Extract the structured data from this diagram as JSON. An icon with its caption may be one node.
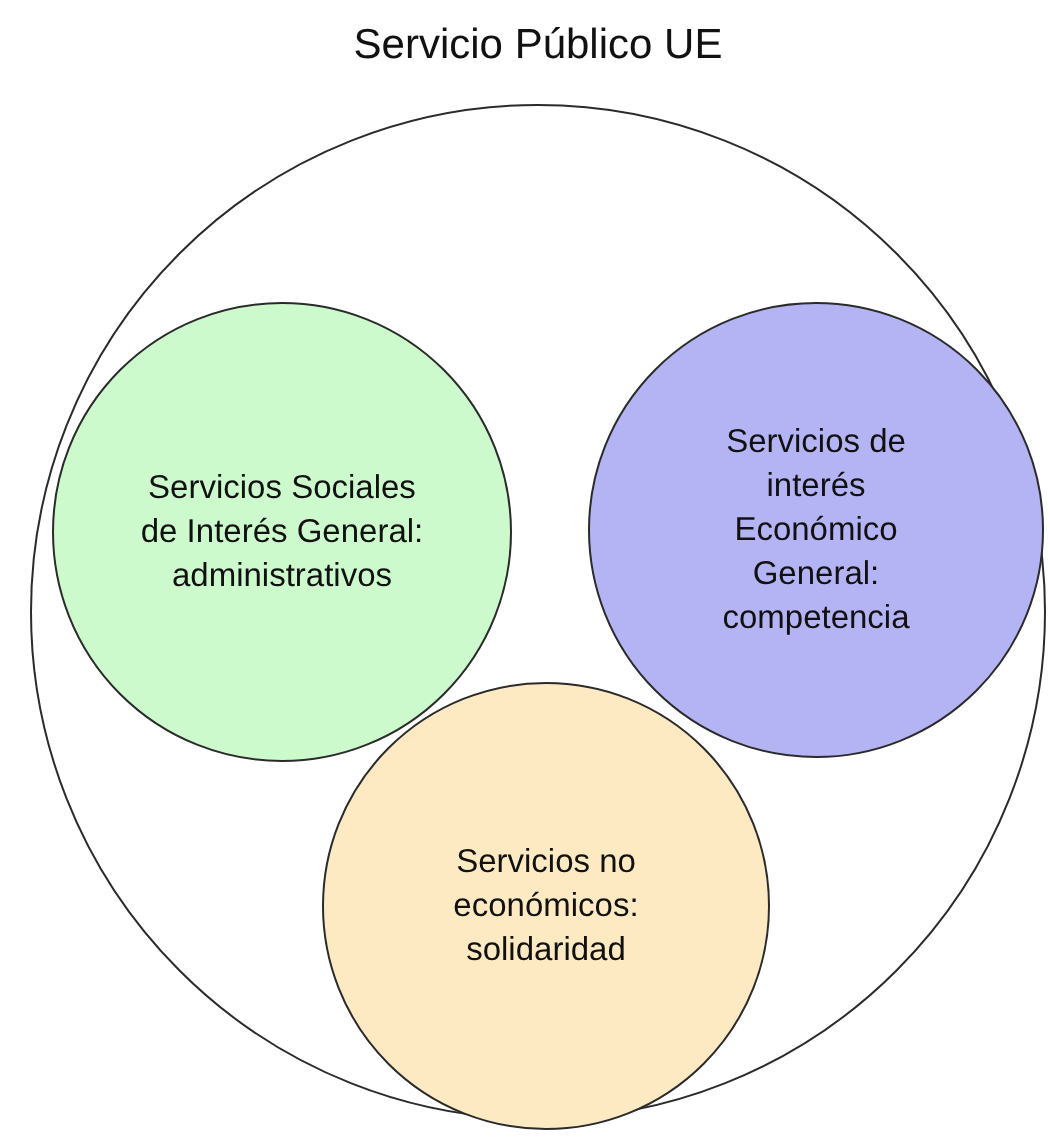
{
  "diagram": {
    "nodes": [
      {
        "text": [
          "Servicio Público UE"
        ]
      },
      {
        "text": [
          "Servicios Sociales de Interés General: administrativos"
        ],
        "in": 0
      },
      {
        "text": [
          "Servicios de interés Económico General: competencia"
        ],
        "in": 0
      },
      {
        "text": [
          "Servicios no económicos: solidaridad"
        ],
        "in": 0
      }
    ],
    "edges": []
  }
}
